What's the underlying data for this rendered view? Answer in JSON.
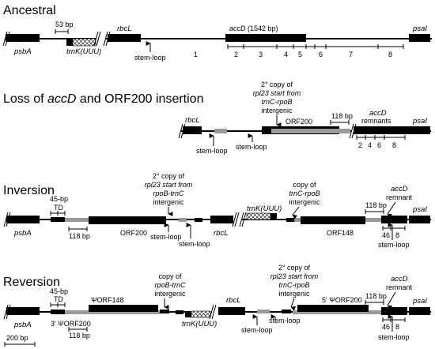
{
  "panels": {
    "ancestral": {
      "title": "Ancestral",
      "genes": {
        "psbA": "psbA",
        "trnK": "trnK(UUU)",
        "rbcL": "rbcL",
        "accD": "accD",
        "accD_len": " (1542 bp)",
        "psaI": "psaI"
      },
      "scale_53": "53 bp",
      "stem_loop": "stem-loop",
      "segments": [
        "1",
        "2",
        "3",
        "4",
        "5",
        "6",
        "7",
        "8"
      ]
    },
    "loss": {
      "title_a": "Loss of ",
      "title_gene": "accD",
      "title_b": " and ORF200 insertion",
      "copy_lines": [
        "2° copy of",
        "rpl23 start from",
        "trnC-rpoB",
        "intergenic"
      ],
      "orf200": "ORF200",
      "scale_118": "118 bp",
      "remnants_gene": "accD",
      "remnants": "remnants",
      "rbcL": "rbcL",
      "psaI": "psaI",
      "stem_loop_a": "stem-loop",
      "stem_loop_b": "stem-loop",
      "segments": [
        "2",
        "4",
        "6",
        "8"
      ]
    },
    "inversion": {
      "title": "Inversion",
      "td": "45-bp",
      "td2": "TD",
      "psbA": "psbA",
      "scale_118a": "118 bp",
      "orf200": "ORF200",
      "copy1_lines": [
        "2° copy of",
        "rpl23 start from",
        "rpoB-trnC",
        "intergenic"
      ],
      "stem_loop_a": "stem-loop",
      "stem_loop_b": "stem-loop",
      "rbcL": "rbcL",
      "trnK": "trnK(UUU)",
      "copy2_lines": [
        "copy of",
        "trnC-rpoB",
        "intergenic"
      ],
      "scale_118b": "118 bp",
      "orf148": "ORF148",
      "accD_gene": "accD",
      "remnant": "remnant",
      "psaI": "psaI",
      "seg_46": "46",
      "seg_8": "8",
      "stem_loop_c": "stem-loop"
    },
    "reversion": {
      "title": "Reversion",
      "td": "45-bp",
      "td2": "TD",
      "psbA": "psbA",
      "psiorf148": "ΨORF148",
      "copy1_lines": [
        "copy of",
        "rpoB-trnC",
        "intergenic"
      ],
      "psiorf200_3": "3' ΨORF200",
      "scale_118a": "118 bp",
      "trnK": "trnK(UUU)",
      "rbcL": "rbcL",
      "copy2_lines": [
        "2° copy of",
        "rpl23 start from",
        "trnC-rpoB",
        "intergenic"
      ],
      "stem_loop_a": "stem-loop",
      "stem_loop_b": "stem-loop",
      "psiorf200_5": "5' ΨORF200",
      "scale_118b": "118 bp",
      "accD_gene": "accD",
      "remnant": "remnant",
      "psaI": "psaI",
      "seg_46": "46",
      "seg_8": "8",
      "stem_loop_c": "stem-loop",
      "scale_200": "200 bp"
    }
  }
}
